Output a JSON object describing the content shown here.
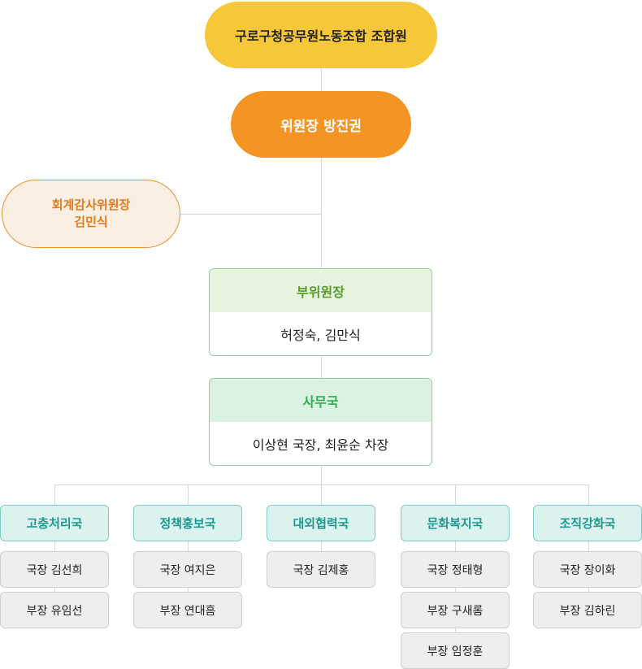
{
  "union": {
    "title": "구로구청공무원노동조합 조합원"
  },
  "chair": {
    "label": "위원장 방진권"
  },
  "audit": {
    "title": "회계감사위원장",
    "name": "김민식"
  },
  "vice": {
    "title": "부위원장",
    "names": "허정숙, 김만식"
  },
  "secretariat": {
    "title": "사무국",
    "names": "이상현 국장, 최윤순 차장"
  },
  "departments": [
    {
      "name": "고충처리국",
      "members": [
        "국장 김선희",
        "부장 유임선"
      ]
    },
    {
      "name": "정책홍보국",
      "members": [
        "국장 여지은",
        "부장 연대흠"
      ]
    },
    {
      "name": "대외협력국",
      "members": [
        "국장 김제홍"
      ]
    },
    {
      "name": "문화복지국",
      "members": [
        "국장 정태형",
        "부장 구새롬",
        "부장 임정훈"
      ]
    },
    {
      "name": "조직강화국",
      "members": [
        "국장 장이화",
        "부장 김하린"
      ]
    }
  ],
  "colors": {
    "union": "#f6c738",
    "chair": "#f39423",
    "audit_text": "#e07c1f",
    "vice_head": "#5a9a2c",
    "secretariat_head": "#2fae5b",
    "department": "#1c9a8f",
    "connector": "#d7d7d7"
  }
}
